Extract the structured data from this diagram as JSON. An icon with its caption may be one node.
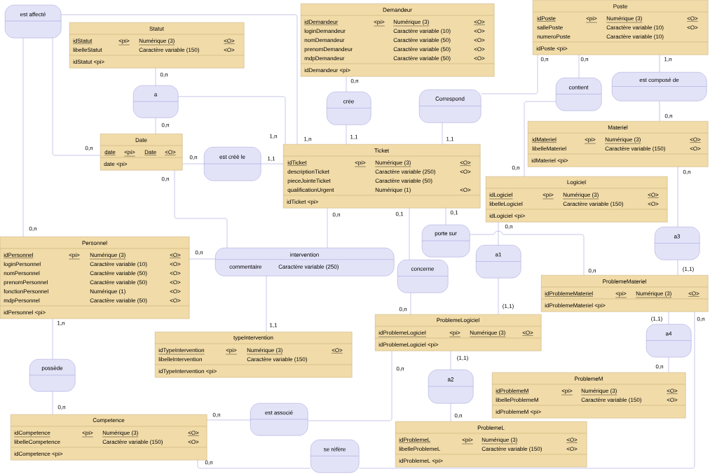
{
  "diagram": {
    "nodes": [
      {
        "text": [
          "est affecté"
        ]
      },
      {
        "text": [
          "Statut",
          "idStatut",
          "<pi>",
          "Numérique (3)",
          "<O>",
          "libelleStatut",
          "Caractère variable (150)",
          "<O>",
          "idStatut <pi>"
        ]
      },
      {
        "text": [
          "Demandeur",
          "idDemandeur",
          "<pi>",
          "Numérique (3)",
          "<O>",
          "loginDemandeur",
          "Caractère variable (10)",
          "<O>",
          "nomDemandeur",
          "Caractère variable (50)",
          "<O>",
          "prenomDemandeur",
          "Caractère variable (50)",
          "<O>",
          "mdpDemandeur",
          "Caractère variable (50)",
          "<O>",
          "idDemandeur <pi>"
        ]
      },
      {
        "text": [
          "Poste",
          "idPoste",
          "<pi>",
          "Numérique (3)",
          "<O>",
          "sallePoste",
          "Caractère variable (10)",
          "<O>",
          "numeroPoste",
          "Caractère variable (10)",
          "idPoste <pi>"
        ]
      },
      {
        "text": [
          "a"
        ]
      },
      {
        "text": [
          "crée"
        ]
      },
      {
        "text": [
          "Correspond"
        ]
      },
      {
        "text": [
          "contient"
        ]
      },
      {
        "text": [
          "est composé de"
        ]
      },
      {
        "text": [
          "Date",
          "date",
          "<pi>",
          "Date",
          "<O>",
          "date <pi>"
        ]
      },
      {
        "text": [
          "est créé le"
        ]
      },
      {
        "text": [
          "Ticket",
          "idTicket",
          "<pi>",
          "Numérique (3)",
          "<O>",
          "descriptionTicket",
          "Caractère variable (250)",
          "<O>",
          "pieceJointeTicket",
          "Caractère variable (50)",
          "qualificationUrgent",
          "Numérique (1)",
          "<O>",
          "idTicket <pi>"
        ]
      },
      {
        "text": [
          "Materiel",
          "idMateriel",
          "<pi>",
          "Numérique (3)",
          "<O>",
          "libelleMateriel",
          "Caractère variable (150)",
          "<O>",
          "idMateriel <pi>"
        ]
      },
      {
        "text": [
          "Logiciel",
          "idLogiciel",
          "<pi>",
          "Numérique (3)",
          "<O>",
          "libelleLogiciel",
          "Caractère variable (150)",
          "<O>",
          "idLogiciel <pi>"
        ]
      },
      {
        "text": [
          "Personnel",
          "idPersonnel",
          "<pi>",
          "Numérique (3)",
          "<O>",
          "loginPersonnel",
          "Caractère variable (10)",
          "<O>",
          "nomPersonnel",
          "Caractère variable (50)",
          "<O>",
          "prenomPersonnel",
          "Caractère variable (50)",
          "<O>",
          "fonctionPersonnel",
          "Numérique (1)",
          "<O>",
          "mdpPersonnel",
          "Caractère variable (50)",
          "<O>",
          "idPersonnel <pi>"
        ]
      },
      {
        "text": [
          "intervention",
          "commentaire",
          "Caractère variable (250)"
        ]
      },
      {
        "text": [
          "porte sur"
        ]
      },
      {
        "text": [
          "a1"
        ]
      },
      {
        "text": [
          "a3"
        ]
      },
      {
        "text": [
          "concerne"
        ]
      },
      {
        "text": [
          "ProblemeMateriel",
          "idProblemeMateriel",
          "<pi>",
          "Numérique (3)",
          "<O>",
          "idProblemeMateriel <pi>"
        ]
      },
      {
        "text": [
          "ProblemeLogiciel",
          "idProblemeLogiciel",
          "<pi>",
          "Numérique (3)",
          "<O>",
          "idProblemeLogiciel <pi>"
        ]
      },
      {
        "text": [
          "typeIntervention",
          "idTypeIntervention",
          "<pi>",
          "Numérique (3)",
          "<O>",
          "libelleIntervention",
          "Caractère variable (150)",
          "idTypeIntervention <pi>"
        ]
      },
      {
        "text": [
          "possède"
        ]
      },
      {
        "text": [
          "a4"
        ]
      },
      {
        "text": [
          "a2"
        ]
      },
      {
        "text": [
          "ProblemeM",
          "idProblemeM",
          "<pi>",
          "Numérique (3)",
          "<O>",
          "libelleProblemeM",
          "Caractère variable (150)",
          "<O>",
          "idProblemeM <pi>"
        ]
      },
      {
        "text": [
          "Competence",
          "idCompetence",
          "<pi>",
          "Numérique (3)",
          "<O>",
          "libelleCompetence",
          "Caractère variable (150)",
          "<O>",
          "idCompetence <pi>"
        ]
      },
      {
        "text": [
          "est associé"
        ]
      },
      {
        "text": [
          "ProblemeL",
          "idProblemeL",
          "<pi>",
          "Numérique (3)",
          "<O>",
          "libelleProblemeL",
          "Caractère variable (150)",
          "<O>",
          "idProblemeL <pi>"
        ]
      },
      {
        "text": [
          "se réfère"
        ]
      }
    ],
    "edges": [
      {
        "from": 0,
        "to": 11,
        "arrow": "none",
        "label": "1,n"
      },
      {
        "from": 0,
        "to": 14,
        "arrow": "none",
        "label": "0,n"
      },
      {
        "from": 0,
        "to": 9,
        "arrow": "none",
        "label": "0,n"
      },
      {
        "from": 4,
        "to": 1,
        "arrow": "none",
        "label": "0,n"
      },
      {
        "from": 4,
        "to": 9,
        "arrow": "none",
        "label": "0,n"
      },
      {
        "from": 4,
        "to": 11,
        "arrow": "none",
        "label": "1,n"
      },
      {
        "from": 5,
        "to": 2,
        "arrow": "none",
        "label": "0,n"
      },
      {
        "from": 5,
        "to": 11,
        "arrow": "none",
        "label": "1,1"
      },
      {
        "from": 6,
        "to": 11,
        "arrow": "none",
        "label": "1,1"
      },
      {
        "from": 6,
        "to": 3,
        "arrow": "none",
        "label": "0,n"
      },
      {
        "from": 7,
        "to": 3,
        "arrow": "none",
        "label": "0,n"
      },
      {
        "from": 7,
        "to": 13,
        "arrow": "none",
        "label": "0,n"
      },
      {
        "from": 8,
        "to": 3,
        "arrow": "none",
        "label": "1,n"
      },
      {
        "from": 8,
        "to": 12,
        "arrow": "none",
        "label": "0,n"
      },
      {
        "from": 10,
        "to": 9,
        "arrow": "none",
        "label": "0,n"
      },
      {
        "from": 10,
        "to": 11,
        "arrow": "none",
        "label": "1,1"
      },
      {
        "from": 15,
        "to": 9,
        "arrow": "none",
        "label": "0,n"
      },
      {
        "from": 15,
        "to": 11,
        "arrow": "none",
        "label": "0,n"
      },
      {
        "from": 15,
        "to": 14,
        "arrow": "none",
        "label": "0,n"
      },
      {
        "from": 15,
        "to": 22,
        "arrow": "none",
        "label": "1,1"
      },
      {
        "from": 19,
        "to": 11,
        "arrow": "none",
        "label": "0,1"
      },
      {
        "from": 19,
        "to": 21,
        "arrow": "none",
        "label": "0,n"
      },
      {
        "from": 16,
        "to": 11,
        "arrow": "none",
        "label": "0,1"
      },
      {
        "from": 16,
        "to": 20,
        "arrow": "none",
        "label": "0,n"
      },
      {
        "from": 17,
        "to": 13,
        "arrow": "none",
        "label": "0,n"
      },
      {
        "from": 17,
        "to": 21,
        "arrow": "none",
        "label": "(1,1)"
      },
      {
        "from": 18,
        "to": 12,
        "arrow": "none",
        "label": "0,n"
      },
      {
        "from": 18,
        "to": 20,
        "arrow": "none",
        "label": "(1,1)"
      },
      {
        "from": 24,
        "to": 20,
        "arrow": "none",
        "label": "(1,1)"
      },
      {
        "from": 24,
        "to": 26,
        "arrow": "none",
        "label": "0,n"
      },
      {
        "from": 25,
        "to": 21,
        "arrow": "none",
        "label": "(1,1)"
      },
      {
        "from": 25,
        "to": 29,
        "arrow": "none",
        "label": "0,n"
      },
      {
        "from": 28,
        "to": 27,
        "arrow": "none",
        "label": "0,n"
      },
      {
        "from": 28,
        "to": 21,
        "arrow": "none",
        "label": "0,n"
      },
      {
        "from": 23,
        "to": 14,
        "arrow": "none",
        "label": "1,n"
      },
      {
        "from": 23,
        "to": 27,
        "arrow": "none",
        "label": "0,n"
      },
      {
        "from": 30,
        "to": 27,
        "arrow": "none",
        "label": "0,n"
      },
      {
        "from": 30,
        "to": 20,
        "arrow": "none",
        "label": "0,n"
      }
    ]
  }
}
